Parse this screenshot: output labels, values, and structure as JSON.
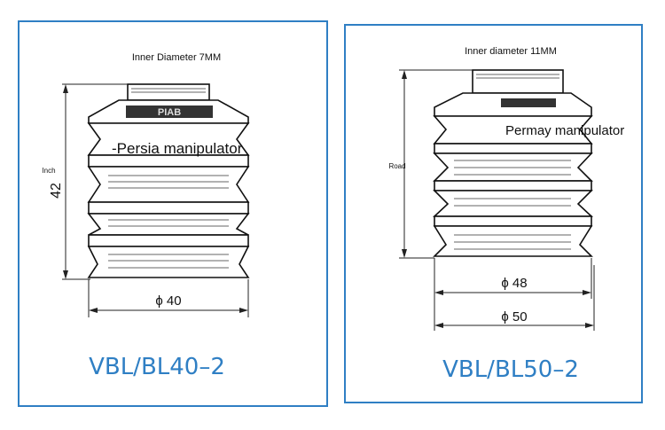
{
  "left": {
    "inner_diameter": "Inner Diameter 7MM",
    "brand_overlay": "-Persia manipulator",
    "height_caption": "Inch",
    "height_value": "42",
    "width_value": "ϕ 40",
    "model": "VBL/BL40–2"
  },
  "right": {
    "inner_diameter": "Inner diameter 11MM",
    "brand_overlay": "Permay manipulator",
    "height_caption": "Road",
    "width_inner_value": "ϕ 48",
    "width_outer_value": "ϕ 50",
    "model": "VBL/BL50–2"
  },
  "colors": {
    "frame": "#2f7fc4",
    "model_text": "#2f7fc4",
    "line": "#111111"
  }
}
